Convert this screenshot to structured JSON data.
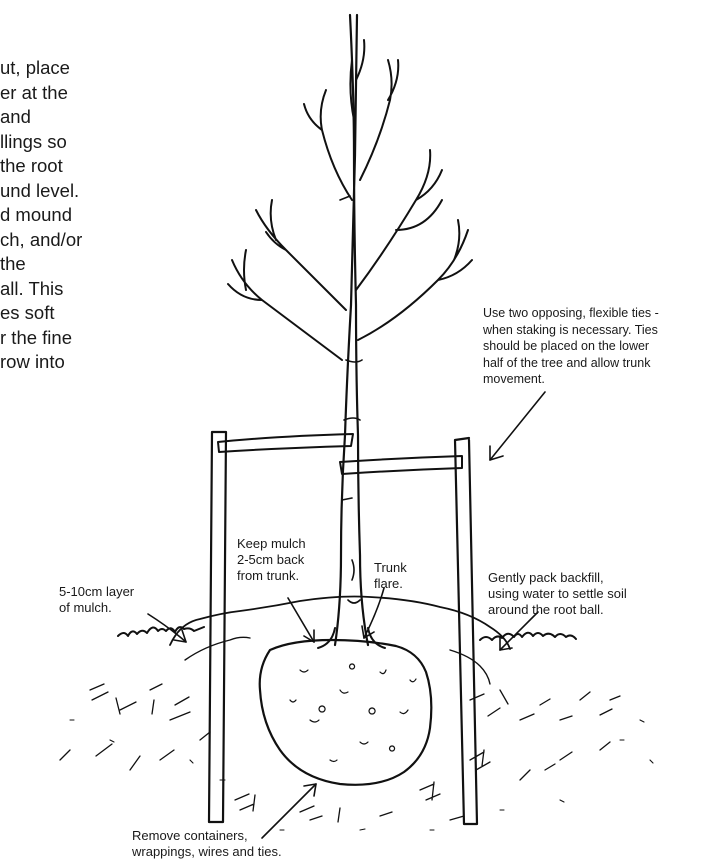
{
  "intro": {
    "lines": [
      "ut, place",
      "er at the",
      "and",
      "llings so",
      "the root",
      "und level.",
      "d mound",
      "ch, and/or",
      "the",
      "all. This",
      "es soft",
      "r the fine",
      "row into"
    ]
  },
  "annotations": {
    "ties": {
      "lines": [
        "Use two opposing, flexible ties -",
        "when staking is necessary. Ties",
        "should be placed on the lower",
        "half of the tree and allow trunk",
        "movement."
      ]
    },
    "keep_mulch": {
      "lines": [
        "Keep mulch",
        "2-5cm back",
        "from trunk."
      ]
    },
    "trunk_flare": {
      "lines": [
        "Trunk",
        "flare."
      ]
    },
    "mulch_layer": {
      "lines": [
        "5-10cm layer",
        "of mulch."
      ]
    },
    "backfill": {
      "lines": [
        "Gently pack backfill,",
        "using water to settle soil",
        "around the root ball."
      ]
    },
    "remove": {
      "lines": [
        "Remove containers,",
        "wrappings, wires and ties."
      ]
    }
  }
}
